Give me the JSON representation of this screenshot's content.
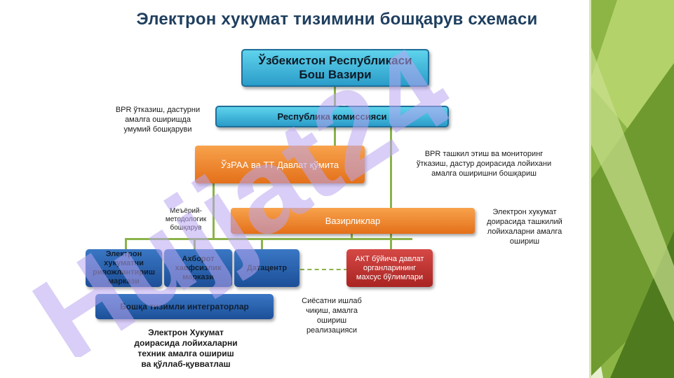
{
  "title": "Электрон хукумат тизимини бошқарув схемаси",
  "nodes": {
    "prime_minister": [
      "Ўзбекистон Республикаси",
      "Бош Вазири"
    ],
    "commission": "Республика комиссияси",
    "state_committee": "ЎзРАА ва ТТ Давлат қўмита",
    "ministries": "Вазирликлар",
    "dev_center": [
      "Электрон",
      "хукуматни",
      "ривожлантириш",
      "маркази"
    ],
    "info_security": [
      "Ахборот",
      "хавфсизлик",
      "маркази"
    ],
    "datacenter": "Датацентр",
    "ict_units": [
      "АКТ бўйича давлат",
      "органларининг",
      "махсус бўлимлари"
    ],
    "integrators": "Бошқа тизимли интеграторлар"
  },
  "notes": {
    "left_top": [
      "ВРR ўтказиш, дастурни",
      "амалга оширишда",
      "умумий бошқаруви"
    ],
    "right_top": [
      "ВРR ташкил этиш ва мониторинг",
      "ўтказиш, дастур доирасида лойихани",
      "амалга оширишни бошқариш"
    ],
    "method": [
      "Меъёрий-",
      "методологик",
      "бошқарув"
    ],
    "right_mid": [
      "Электрон хукумат",
      "доирасида ташкилий",
      "лойихаларни амалга",
      "ошириш"
    ],
    "policy": [
      "Сиёсатни ишлаб",
      "чиқиш, амалга",
      "ошириш",
      "реализацияси"
    ],
    "bottom": [
      "Электрон Хукумат",
      "доирасида лойихаларни",
      "техник амалга ошириш",
      "ва қўллаб-қувватлаш"
    ]
  },
  "colors": {
    "title": "#1f3f5f",
    "cyan": "#2a9cc9",
    "orange": "#e4701a",
    "blue": "#1c4f98",
    "red": "#a92422",
    "connector": "#8bb34a",
    "watermark": "#b9a6f0"
  },
  "watermark": "Hujjat24"
}
